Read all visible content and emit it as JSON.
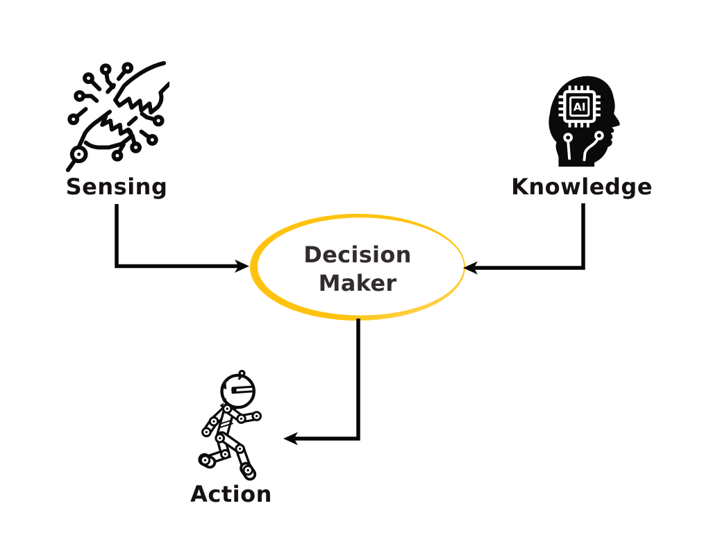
{
  "diagram": {
    "type": "flow-diagram",
    "colors": {
      "background": "#ffffff",
      "accent_yellow": "#FFC30F",
      "accent_yellow_fade": "#FFF3CF",
      "line_black": "#0a0a0a",
      "label_text": "#161213",
      "decision_text": "#322c2e"
    },
    "nodes": {
      "sensing": {
        "label": "Sensing",
        "icon": "circuit-hands-icon"
      },
      "knowledge": {
        "label": "Knowledge",
        "icon": "ai-head-icon",
        "chip_text": "AI"
      },
      "decision": {
        "label": "Decision Maker",
        "shape": "ellipse"
      },
      "action": {
        "label": "Action",
        "icon": "robot-icon"
      }
    },
    "edges": [
      {
        "from": "sensing",
        "to": "decision",
        "style": "elbow-arrow"
      },
      {
        "from": "knowledge",
        "to": "decision",
        "style": "elbow-arrow"
      },
      {
        "from": "decision",
        "to": "action",
        "style": "elbow-arrow"
      }
    ]
  }
}
